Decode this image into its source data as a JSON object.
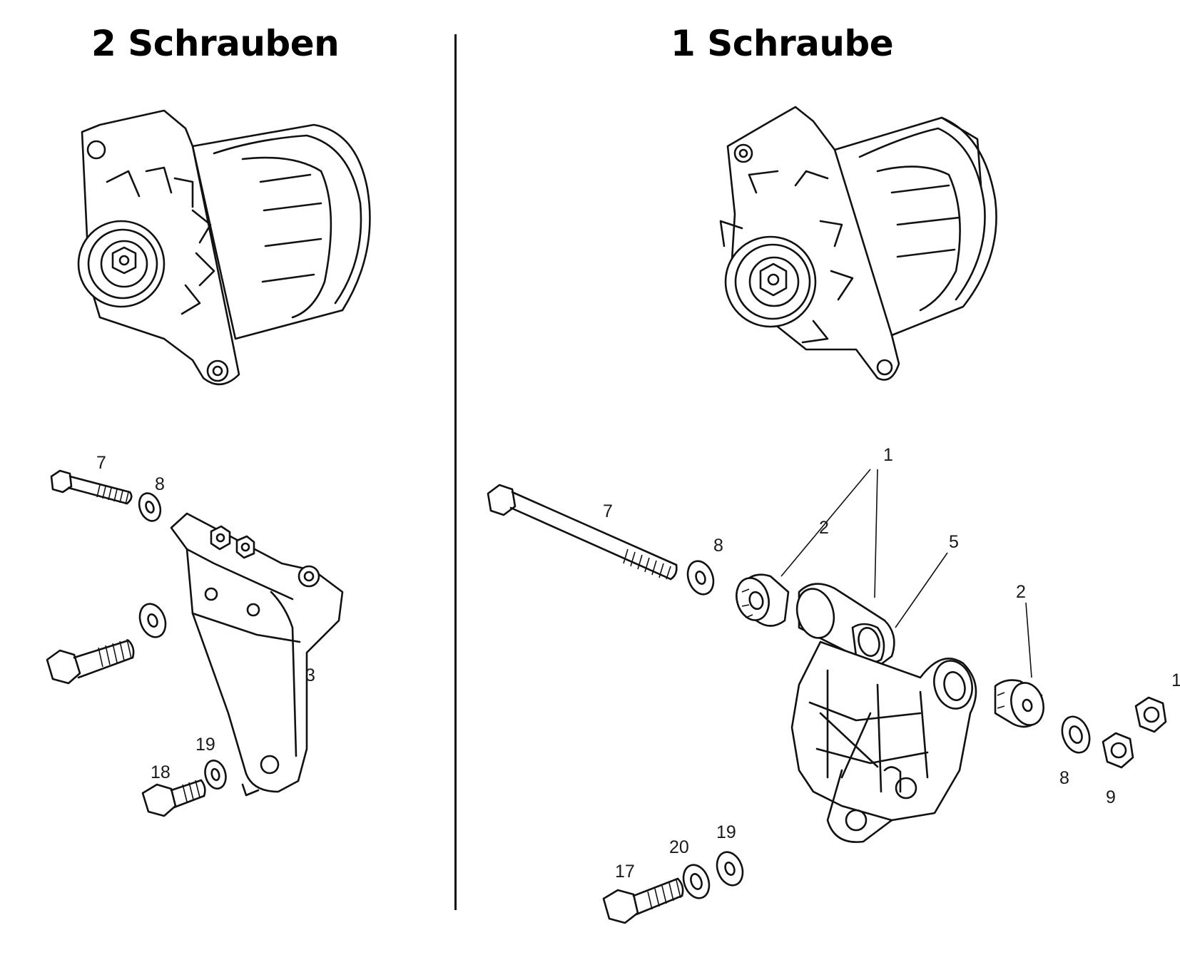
{
  "titles": {
    "left": "2 Schrauben",
    "right": "1 Schraube"
  },
  "left_labels": {
    "bolt_top": "7",
    "washer_top": "8",
    "bracket": "3",
    "washer_bottom": "19",
    "bolt_bottom": "18"
  },
  "right_labels": {
    "bolt_long": "7",
    "washer": "8",
    "bushing_front": "2",
    "assembly": "1",
    "mount": "5",
    "bushing_rear": "2",
    "washer_rear": "8",
    "nut": "9",
    "edge_part": "1",
    "bolt_bottom": "17",
    "washer_bottom_a": "20",
    "washer_bottom_b": "19"
  },
  "icons": {
    "alternator": "alternator-icon",
    "bolt": "hex-bolt-icon",
    "washer": "washer-icon",
    "nut": "hex-nut-icon",
    "bracket": "mounting-bracket-icon",
    "bushing": "rubber-bushing-icon"
  }
}
